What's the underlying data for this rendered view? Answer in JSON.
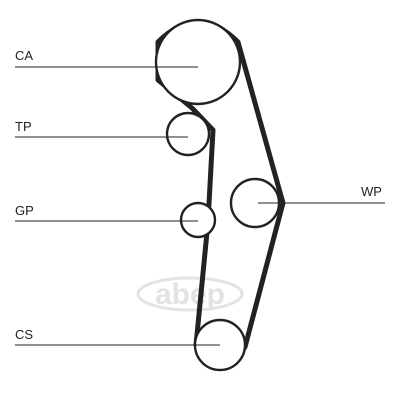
{
  "diagram": {
    "labels": {
      "camshaft": "CA",
      "tensioner": "TP",
      "guide": "GP",
      "crankshaft": "CS",
      "water_pump": "WP"
    },
    "watermark": "abep",
    "colors": {
      "line": "#222222",
      "background": "#ffffff",
      "watermark": "#e3e3e3"
    }
  }
}
